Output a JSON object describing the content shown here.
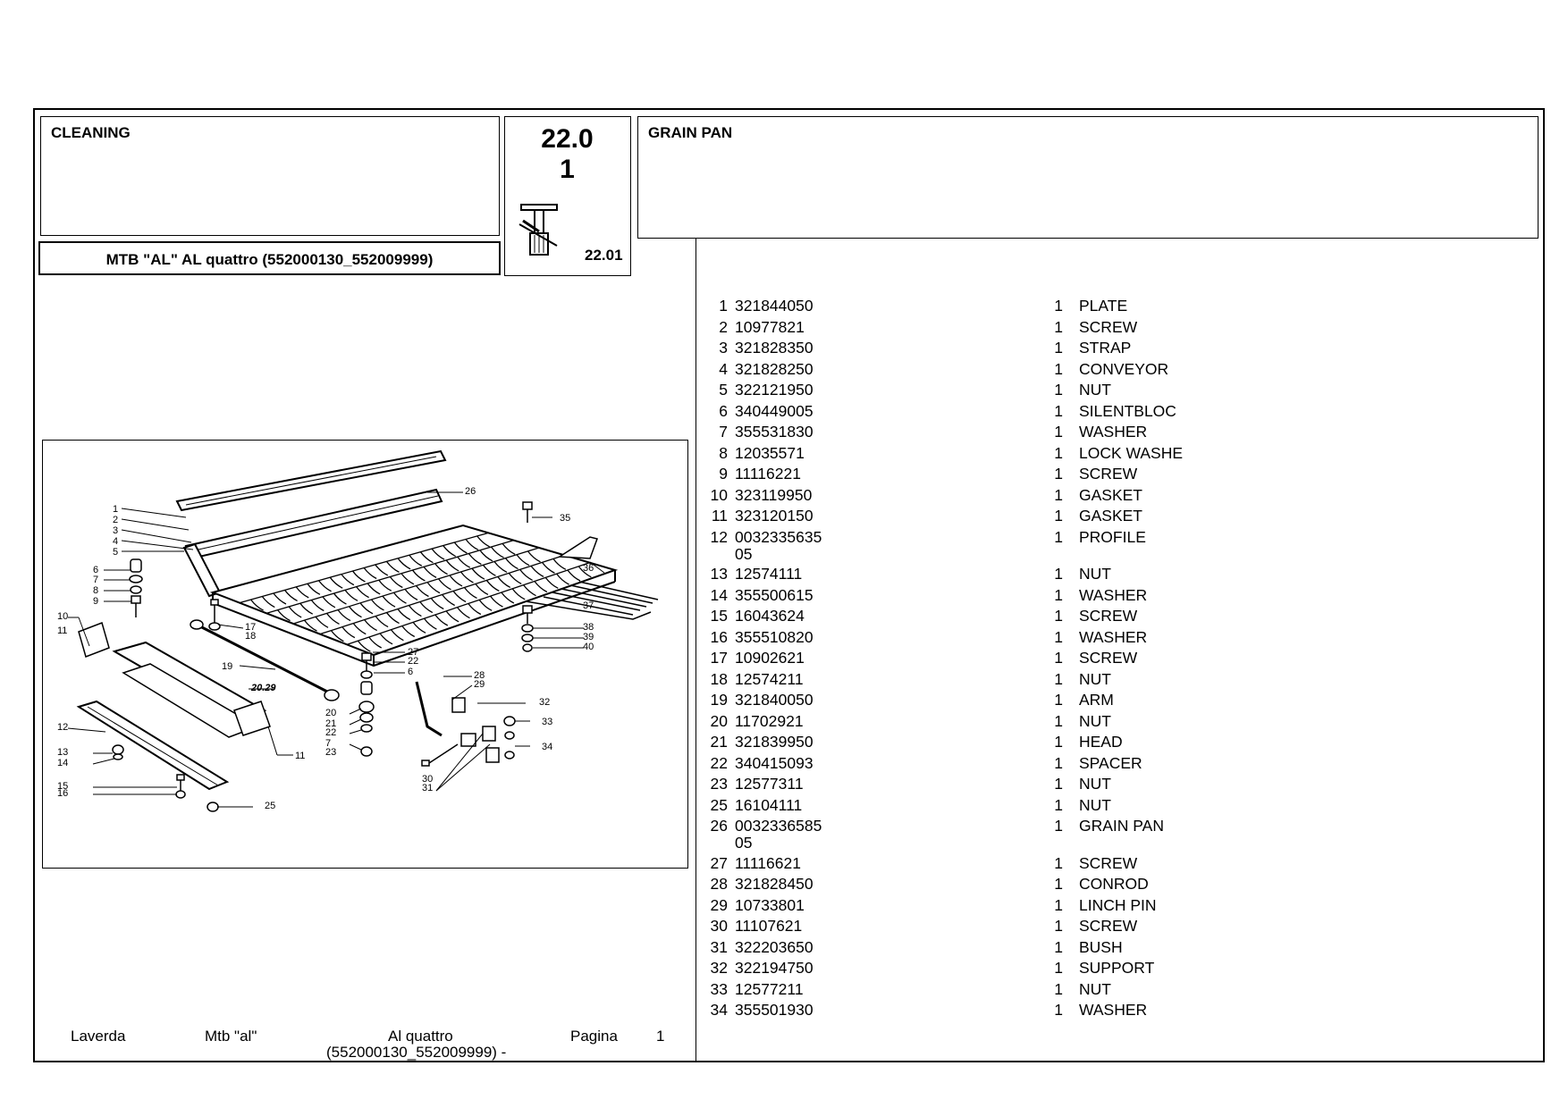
{
  "header": {
    "group": "CLEANING",
    "code_line1": "22.0",
    "code_line2": "1",
    "code_small": "22.01",
    "model": "MTB \"AL\" AL quattro (552000130_552009999)",
    "section": "GRAIN PAN"
  },
  "diagram": {
    "callouts": [
      "1",
      "2",
      "3",
      "4",
      "5",
      "6",
      "7",
      "8",
      "9",
      "10",
      "11",
      "12",
      "13",
      "14",
      "15",
      "16",
      "17",
      "18",
      "19",
      "20",
      "21",
      "22",
      "7",
      "23",
      "25",
      "26",
      "27",
      "22",
      "6",
      "28",
      "29",
      "30",
      "31",
      "32",
      "33",
      "34",
      "35",
      "36",
      "37",
      "38",
      "39",
      "40",
      "11"
    ],
    "ref_label": "20.29"
  },
  "parts": [
    {
      "no": "1",
      "part": "321844050",
      "qty": "1",
      "desc": "PLATE"
    },
    {
      "no": "2",
      "part": "10977821",
      "qty": "1",
      "desc": "SCREW"
    },
    {
      "no": "3",
      "part": "321828350",
      "qty": "1",
      "desc": "STRAP"
    },
    {
      "no": "4",
      "part": "321828250",
      "qty": "1",
      "desc": "CONVEYOR"
    },
    {
      "no": "5",
      "part": "322121950",
      "qty": "1",
      "desc": "NUT"
    },
    {
      "no": "6",
      "part": "340449005",
      "qty": "1",
      "desc": "SILENTBLOC"
    },
    {
      "no": "7",
      "part": "355531830",
      "qty": "1",
      "desc": "WASHER"
    },
    {
      "no": "8",
      "part": "12035571",
      "qty": "1",
      "desc": "LOCK WASHE"
    },
    {
      "no": "9",
      "part": "11116221",
      "qty": "1",
      "desc": "SCREW"
    },
    {
      "no": "10",
      "part": "323119950",
      "qty": "1",
      "desc": "GASKET"
    },
    {
      "no": "11",
      "part": "323120150",
      "qty": "1",
      "desc": "GASKET"
    },
    {
      "no": "12",
      "part": "0032335635",
      "part2": "05",
      "qty": "1",
      "desc": "PROFILE"
    },
    {
      "no": "13",
      "part": "12574111",
      "qty": "1",
      "desc": "NUT"
    },
    {
      "no": "14",
      "part": "355500615",
      "qty": "1",
      "desc": "WASHER"
    },
    {
      "no": "15",
      "part": "16043624",
      "qty": "1",
      "desc": "SCREW"
    },
    {
      "no": "16",
      "part": "355510820",
      "qty": "1",
      "desc": "WASHER"
    },
    {
      "no": "17",
      "part": "10902621",
      "qty": "1",
      "desc": "SCREW"
    },
    {
      "no": "18",
      "part": "12574211",
      "qty": "1",
      "desc": "NUT"
    },
    {
      "no": "19",
      "part": "321840050",
      "qty": "1",
      "desc": "ARM"
    },
    {
      "no": "20",
      "part": "11702921",
      "qty": "1",
      "desc": "NUT"
    },
    {
      "no": "21",
      "part": "321839950",
      "qty": "1",
      "desc": "HEAD"
    },
    {
      "no": "22",
      "part": "340415093",
      "qty": "1",
      "desc": "SPACER"
    },
    {
      "no": "23",
      "part": "12577311",
      "qty": "1",
      "desc": "NUT"
    },
    {
      "no": "25",
      "part": "16104111",
      "qty": "1",
      "desc": "NUT"
    },
    {
      "no": "26",
      "part": "0032336585",
      "part2": "05",
      "qty": "1",
      "desc": "GRAIN PAN"
    },
    {
      "no": "27",
      "part": "11116621",
      "qty": "1",
      "desc": "SCREW"
    },
    {
      "no": "28",
      "part": "321828450",
      "qty": "1",
      "desc": "CONROD"
    },
    {
      "no": "29",
      "part": "10733801",
      "qty": "1",
      "desc": "LINCH PIN"
    },
    {
      "no": "30",
      "part": "11107621",
      "qty": "1",
      "desc": "SCREW"
    },
    {
      "no": "31",
      "part": "322203650",
      "qty": "1",
      "desc": "BUSH"
    },
    {
      "no": "32",
      "part": "322194750",
      "qty": "1",
      "desc": "SUPPORT"
    },
    {
      "no": "33",
      "part": "12577211",
      "qty": "1",
      "desc": "NUT"
    },
    {
      "no": "34",
      "part": "355501930",
      "qty": "1",
      "desc": "WASHER"
    }
  ],
  "footer": {
    "brand": "Laverda",
    "model": "Mtb \"al\"",
    "variant": "Al quattro",
    "variant_line2": "(552000130_552009999) -",
    "page_label": "Pagina",
    "page_no": "1"
  }
}
